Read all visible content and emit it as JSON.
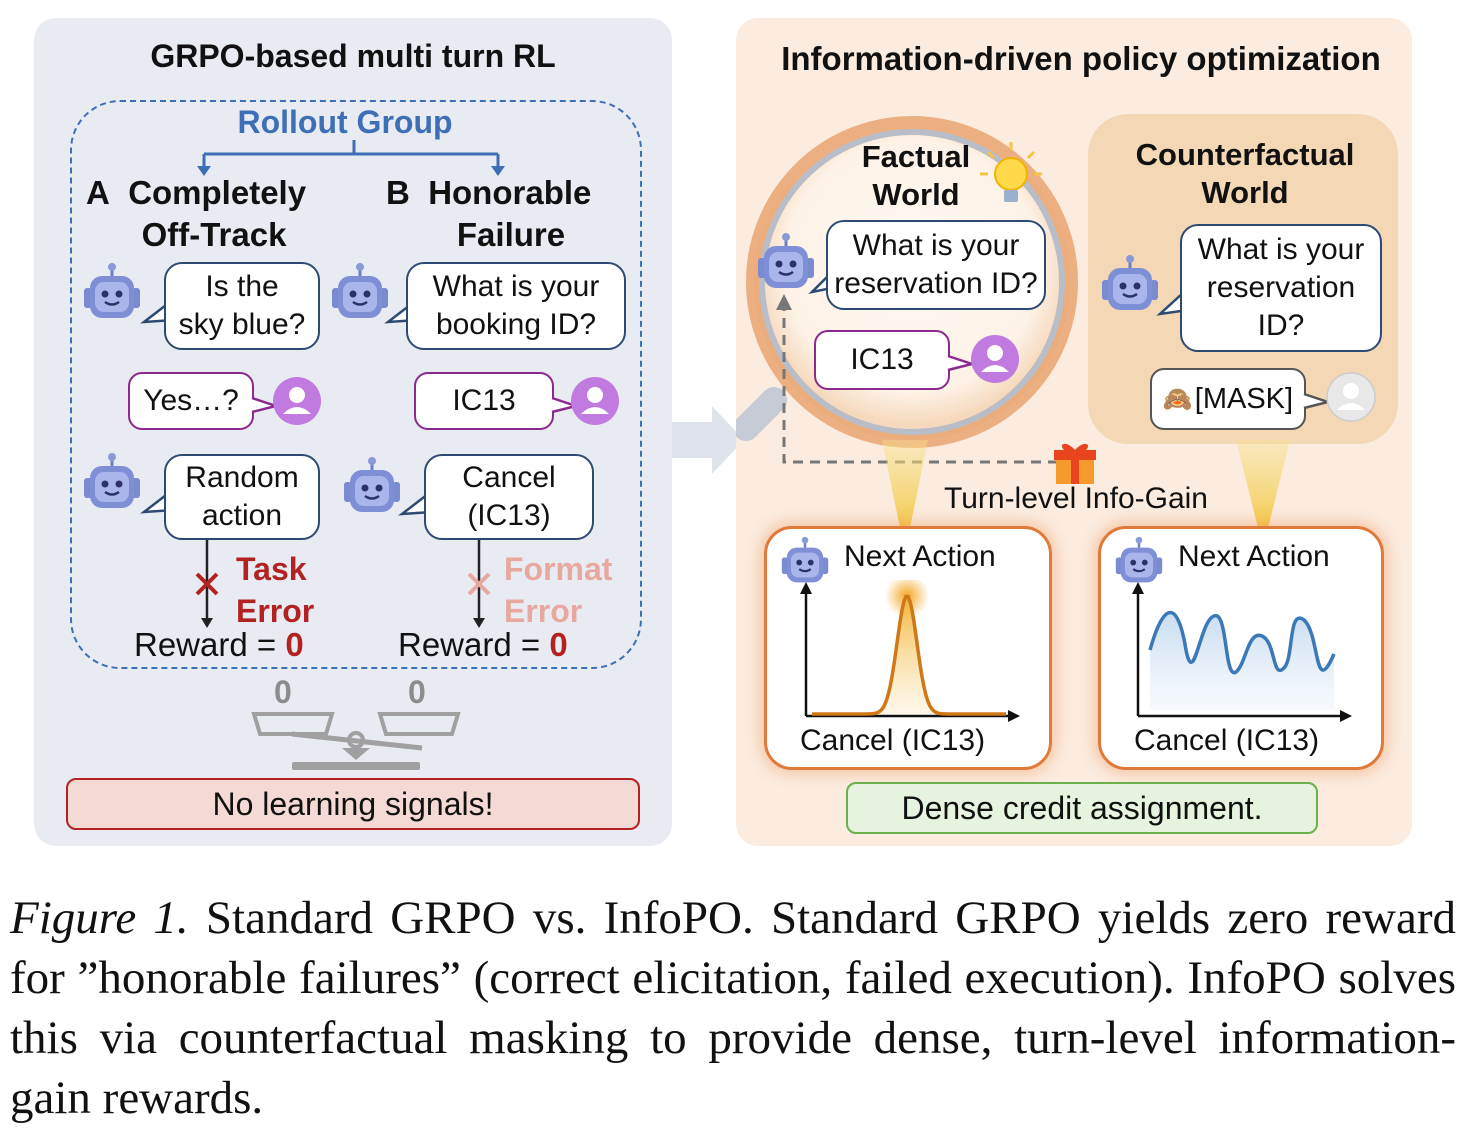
{
  "left": {
    "title": "GRPO-based multi turn RL",
    "rollout_group": "Rollout Group",
    "col_a": {
      "letter": "A",
      "title_line1": "Completely",
      "title_line2": "Off-Track",
      "agent_q1": "Is the",
      "agent_q2": "sky blue?",
      "user_reply": "Yes…?",
      "action_line1": "Random",
      "action_line2": "action",
      "error_line1": "Task",
      "error_line2": "Error",
      "reward_label": "Reward = ",
      "reward_value": "0"
    },
    "col_b": {
      "letter": "B",
      "title_line1": "Honorable",
      "title_line2": "Failure",
      "agent_q1": "What is your",
      "agent_q2": "booking ID?",
      "user_reply": "IC13",
      "action_line1": "Cancel",
      "action_line2": "(IC13)",
      "error_line1": "Format",
      "error_line2": "Error",
      "reward_label": "Reward = ",
      "reward_value": "0"
    },
    "scale_left": "0",
    "scale_right": "0",
    "no_signal": "No learning signals!"
  },
  "right": {
    "title": "Information-driven policy optimization",
    "factual": {
      "title_line1": "Factual",
      "title_line2": "World",
      "q1": "What is your",
      "q2": "reservation ID?",
      "reply": "IC13"
    },
    "counterfactual": {
      "title_line1": "Counterfactual",
      "title_line2": "World",
      "q1": "What is your",
      "q2": "reservation",
      "q3": "ID?",
      "reply": "[MASK]"
    },
    "info_gain": "Turn-level Info-Gain",
    "graph1": {
      "title": "Next Action",
      "xlabel": "Cancel (IC13)"
    },
    "graph2": {
      "title": "Next Action",
      "xlabel": "Cancel (IC13)"
    },
    "dense": "Dense credit assignment."
  },
  "caption": {
    "label": "Figure 1.",
    "text": " Standard GRPO vs. InfoPO. Standard GRPO yields zero reward for ”honorable failures” (correct elicitation, failed execution). InfoPO solves this via counterfactual masking to provide dense, turn-level information-gain rewards."
  },
  "colors": {
    "blue_accent": "#3d6fb6",
    "error_red": "#b22222",
    "error_pink": "#e8a8a0",
    "orange": "#e07a3a",
    "green": "#6ab04c"
  },
  "icons": [
    "robot-icon",
    "user-icon",
    "masked-user-icon",
    "monkey-icon",
    "lightbulb-icon",
    "gift-icon",
    "magnifier-icon",
    "balance-scale-icon",
    "cross-icon"
  ]
}
